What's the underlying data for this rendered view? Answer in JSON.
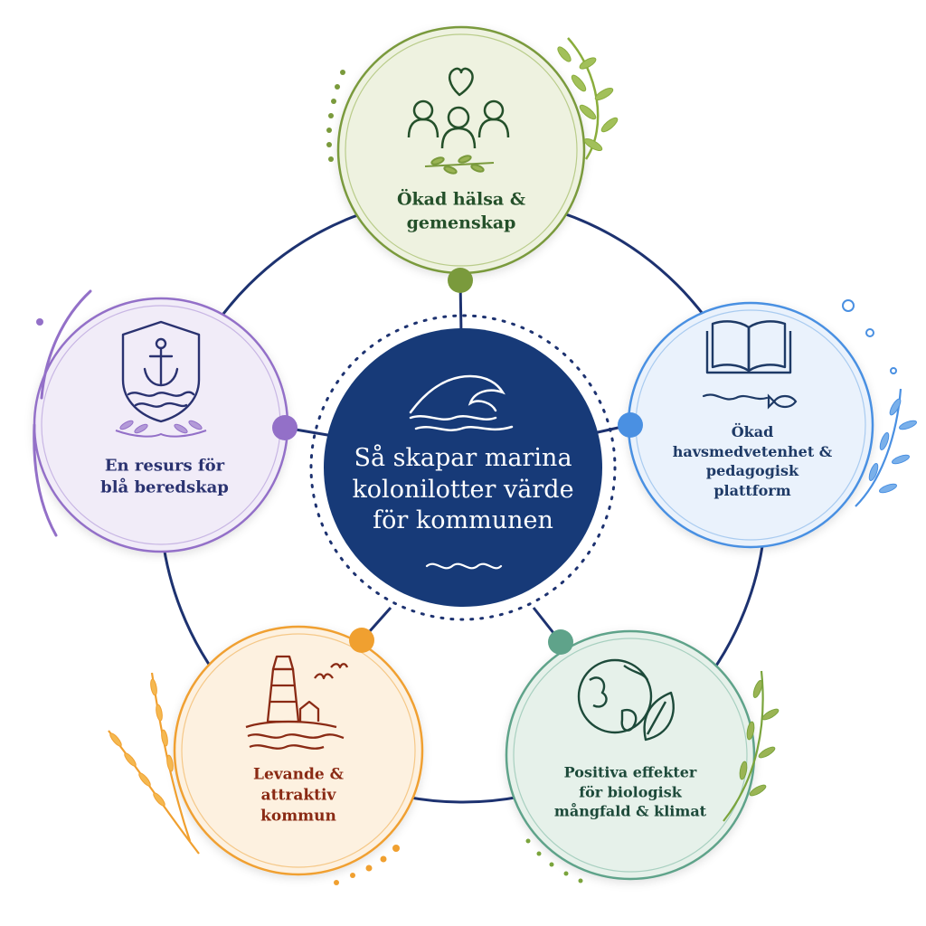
{
  "center": {
    "title": "Så skapar marina kolonilotter värde för kommunen"
  },
  "nodes": [
    {
      "id": "health",
      "label": "Ökad hälsa & gemenskap",
      "icon": "people-heart-icon",
      "color": "#7a9a3c"
    },
    {
      "id": "awareness",
      "label": "Ökad havsmedvetenhet & pedagogisk plattform",
      "icon": "book-fish-icon",
      "color": "#4a90e2"
    },
    {
      "id": "biodiversity",
      "label": "Positiva effekter för biologisk mångfald & klimat",
      "icon": "globe-leaf-icon",
      "color": "#5fa38a"
    },
    {
      "id": "community",
      "label": "Levande & attraktiv kommun",
      "icon": "lighthouse-icon",
      "color": "#f0a030"
    },
    {
      "id": "preparedness",
      "label": "En resurs för blå beredskap",
      "icon": "anchor-shield-icon",
      "color": "#9370c8"
    }
  ],
  "colors": {
    "ring": "#1d3270",
    "center_fill": "#173a78",
    "health_text": "#24502a",
    "awareness_text": "#1e3a66",
    "biodiversity_text": "#1d4a3a",
    "community_text": "#8a2a14",
    "preparedness_text": "#2a3270"
  }
}
